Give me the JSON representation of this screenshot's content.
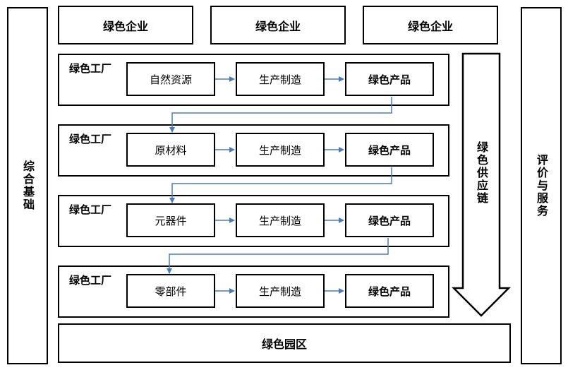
{
  "left_bar": {
    "label": "综合基础"
  },
  "right_bar": {
    "label": "评价与服务"
  },
  "enterprises": [
    "绿色企业",
    "绿色企业",
    "绿色企业"
  ],
  "supply_chain": {
    "label": "绿色供应链"
  },
  "park": {
    "label": "绿色园区"
  },
  "factories": [
    {
      "label": "绿色工厂",
      "steps": [
        "自然资源",
        "生产制造",
        "绿色产品"
      ]
    },
    {
      "label": "绿色工厂",
      "steps": [
        "原材料",
        "生产制造",
        "绿色产品"
      ]
    },
    {
      "label": "绿色工厂",
      "steps": [
        "元器件",
        "生产制造",
        "绿色产品"
      ]
    },
    {
      "label": "绿色工厂",
      "steps": [
        "零部件",
        "生产制造",
        "绿色产品"
      ]
    }
  ],
  "colors": {
    "connector": "#4a7ab8",
    "border": "#000000"
  }
}
